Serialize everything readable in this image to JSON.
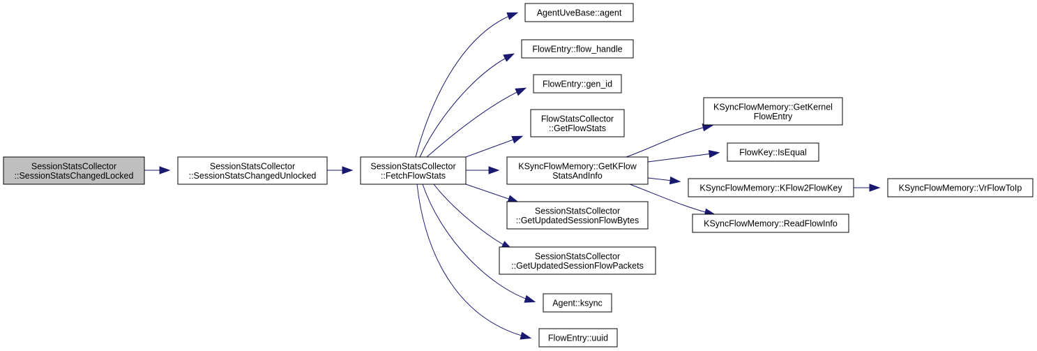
{
  "graph": {
    "colors": {
      "edge": "#191970",
      "node_border": "#000000",
      "node_fill": "#ffffff",
      "root_fill": "#bfbfbf"
    },
    "nodes": {
      "n_changed_locked": {
        "lines": [
          "SessionStatsCollector",
          "::SessionStatsChangedLocked"
        ],
        "root": true
      },
      "n_changed_unlocked": {
        "lines": [
          "SessionStatsCollector",
          "::SessionStatsChangedUnlocked"
        ]
      },
      "n_fetch_flow_stats": {
        "lines": [
          "SessionStatsCollector",
          "::FetchFlowStats"
        ]
      },
      "n_agent_uve_agent": {
        "lines": [
          "AgentUveBase::agent"
        ]
      },
      "n_flow_handle": {
        "lines": [
          "FlowEntry::flow_handle"
        ]
      },
      "n_gen_id": {
        "lines": [
          "FlowEntry::gen_id"
        ]
      },
      "n_get_flow_stats": {
        "lines": [
          "FlowStatsCollector",
          "::GetFlowStats"
        ]
      },
      "n_get_kflow_stats": {
        "lines": [
          "KSyncFlowMemory::GetKFlow",
          "StatsAndInfo"
        ]
      },
      "n_upd_bytes": {
        "lines": [
          "SessionStatsCollector",
          "::GetUpdatedSessionFlowBytes"
        ]
      },
      "n_upd_packets": {
        "lines": [
          "SessionStatsCollector",
          "::GetUpdatedSessionFlowPackets"
        ]
      },
      "n_agent_ksync": {
        "lines": [
          "Agent::ksync"
        ]
      },
      "n_uuid": {
        "lines": [
          "FlowEntry::uuid"
        ]
      },
      "n_get_kernel_entry": {
        "lines": [
          "KSyncFlowMemory::GetKernel",
          "FlowEntry"
        ]
      },
      "n_is_equal": {
        "lines": [
          "FlowKey::IsEqual"
        ]
      },
      "n_kflow2flowkey": {
        "lines": [
          "KSyncFlowMemory::KFlow2FlowKey"
        ]
      },
      "n_read_flow_info": {
        "lines": [
          "KSyncFlowMemory::ReadFlowInfo"
        ]
      },
      "n_vr_flow_to_ip": {
        "lines": [
          "KSyncFlowMemory::VrFlowToIp"
        ]
      }
    },
    "edges": [
      {
        "from": "n_changed_locked",
        "to": "n_changed_unlocked"
      },
      {
        "from": "n_changed_unlocked",
        "to": "n_fetch_flow_stats"
      },
      {
        "from": "n_fetch_flow_stats",
        "to": "n_agent_uve_agent"
      },
      {
        "from": "n_fetch_flow_stats",
        "to": "n_flow_handle"
      },
      {
        "from": "n_fetch_flow_stats",
        "to": "n_gen_id"
      },
      {
        "from": "n_fetch_flow_stats",
        "to": "n_get_flow_stats"
      },
      {
        "from": "n_fetch_flow_stats",
        "to": "n_get_kflow_stats"
      },
      {
        "from": "n_fetch_flow_stats",
        "to": "n_upd_bytes"
      },
      {
        "from": "n_fetch_flow_stats",
        "to": "n_upd_packets"
      },
      {
        "from": "n_fetch_flow_stats",
        "to": "n_agent_ksync"
      },
      {
        "from": "n_fetch_flow_stats",
        "to": "n_uuid"
      },
      {
        "from": "n_get_kflow_stats",
        "to": "n_get_kernel_entry"
      },
      {
        "from": "n_get_kflow_stats",
        "to": "n_is_equal"
      },
      {
        "from": "n_get_kflow_stats",
        "to": "n_kflow2flowkey"
      },
      {
        "from": "n_get_kflow_stats",
        "to": "n_read_flow_info"
      },
      {
        "from": "n_kflow2flowkey",
        "to": "n_vr_flow_to_ip"
      }
    ]
  }
}
